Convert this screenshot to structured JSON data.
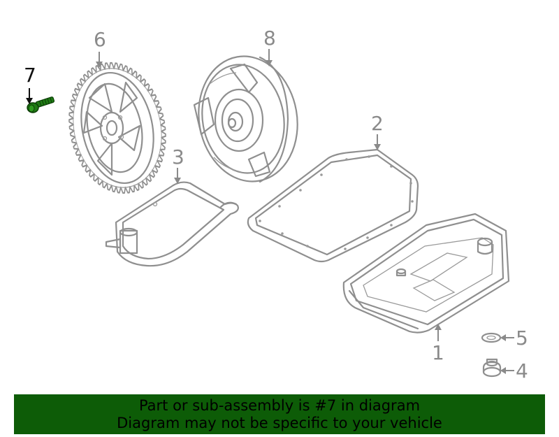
{
  "callouts": {
    "c1": "1",
    "c2": "2",
    "c3": "3",
    "c4": "4",
    "c5": "5",
    "c6": "6",
    "c7": "7",
    "c8": "8"
  },
  "highlighted_part": "7",
  "banner": {
    "line1": "Part or sub-assembly is #7 in diagram",
    "line2": "Diagram may not be specific to your vehicle"
  },
  "colors": {
    "banner_background": "#0d5c07",
    "highlight_part": "#1f7a14",
    "line_art": "#8f8f8f"
  }
}
